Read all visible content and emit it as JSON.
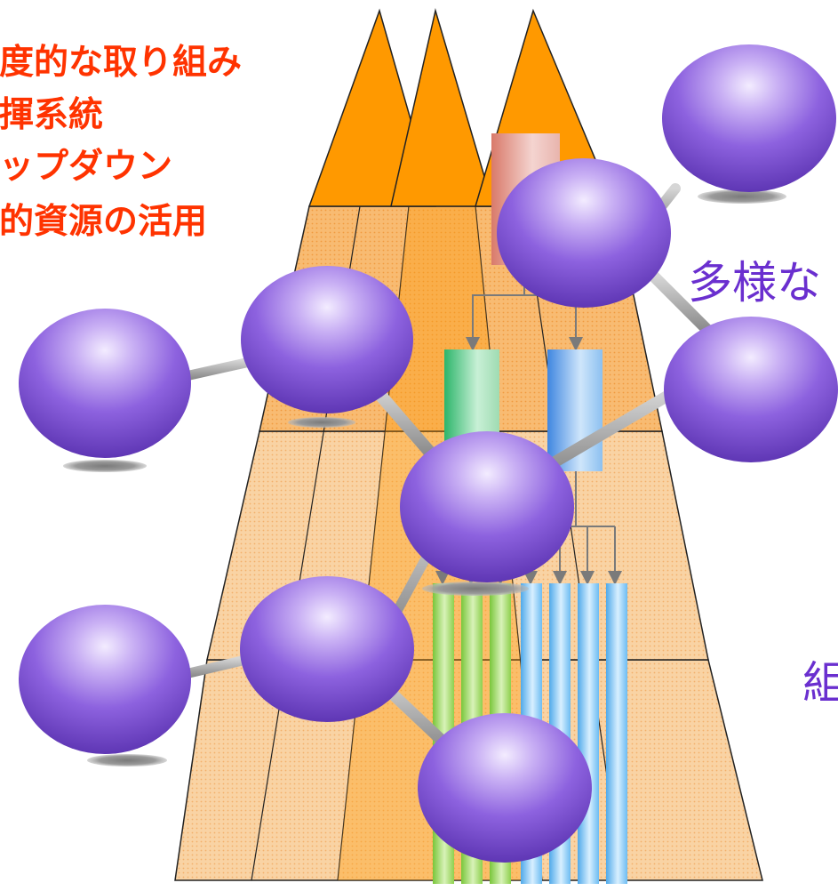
{
  "left_list": [
    "制度的な取り組み",
    "指揮系統",
    "トップダウン",
    "公的資源の活用"
  ],
  "right_text": {
    "top": "多様な",
    "bottom": "組"
  },
  "colors": {
    "pyramid_orange": "#ff9900",
    "pyramid_light": "#f8c890",
    "node_purple": "#7a4fd0",
    "red_text": "#ff3300",
    "purple_text": "#6a2fcf",
    "green_bar": "#8cd04c",
    "blue_bar": "#66b8ee"
  }
}
